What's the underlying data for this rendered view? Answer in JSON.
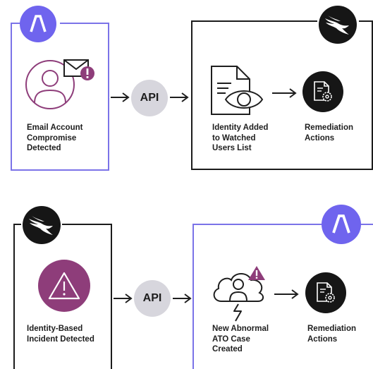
{
  "colors": {
    "purple_accent": "#7b73e8",
    "logo_purple": "#6f64ee",
    "black": "#161616",
    "magenta": "#8e3d7a",
    "api_gray": "#d7d6dd"
  },
  "flow_top": {
    "source": {
      "logo": "abnormal-security-logo-icon",
      "icon": "user-email-alert-icon",
      "label_lines": [
        "Email Account",
        "Compromise",
        "Detected"
      ]
    },
    "connector": {
      "label": "API"
    },
    "target": {
      "logo": "crowdstrike-falcon-logo-icon",
      "step1": {
        "icon": "document-eye-icon",
        "label_lines": [
          "Identity Added",
          "to Watched",
          "Users List"
        ]
      },
      "step2": {
        "icon": "document-gear-icon",
        "label_lines": [
          "Remediation",
          "Actions"
        ]
      }
    }
  },
  "flow_bottom": {
    "source": {
      "logo": "crowdstrike-falcon-logo-icon",
      "icon": "warning-triangle-icon",
      "label_lines": [
        "Identity-Based",
        "Incident Detected"
      ]
    },
    "connector": {
      "label": "API"
    },
    "target": {
      "logo": "abnormal-security-logo-icon",
      "step1": {
        "icon": "cloud-user-alert-icon",
        "label_lines": [
          "New Abnormal",
          "ATO Case",
          "Created"
        ]
      },
      "step2": {
        "icon": "document-gear-icon",
        "label_lines": [
          "Remediation",
          "Actions"
        ]
      }
    }
  }
}
